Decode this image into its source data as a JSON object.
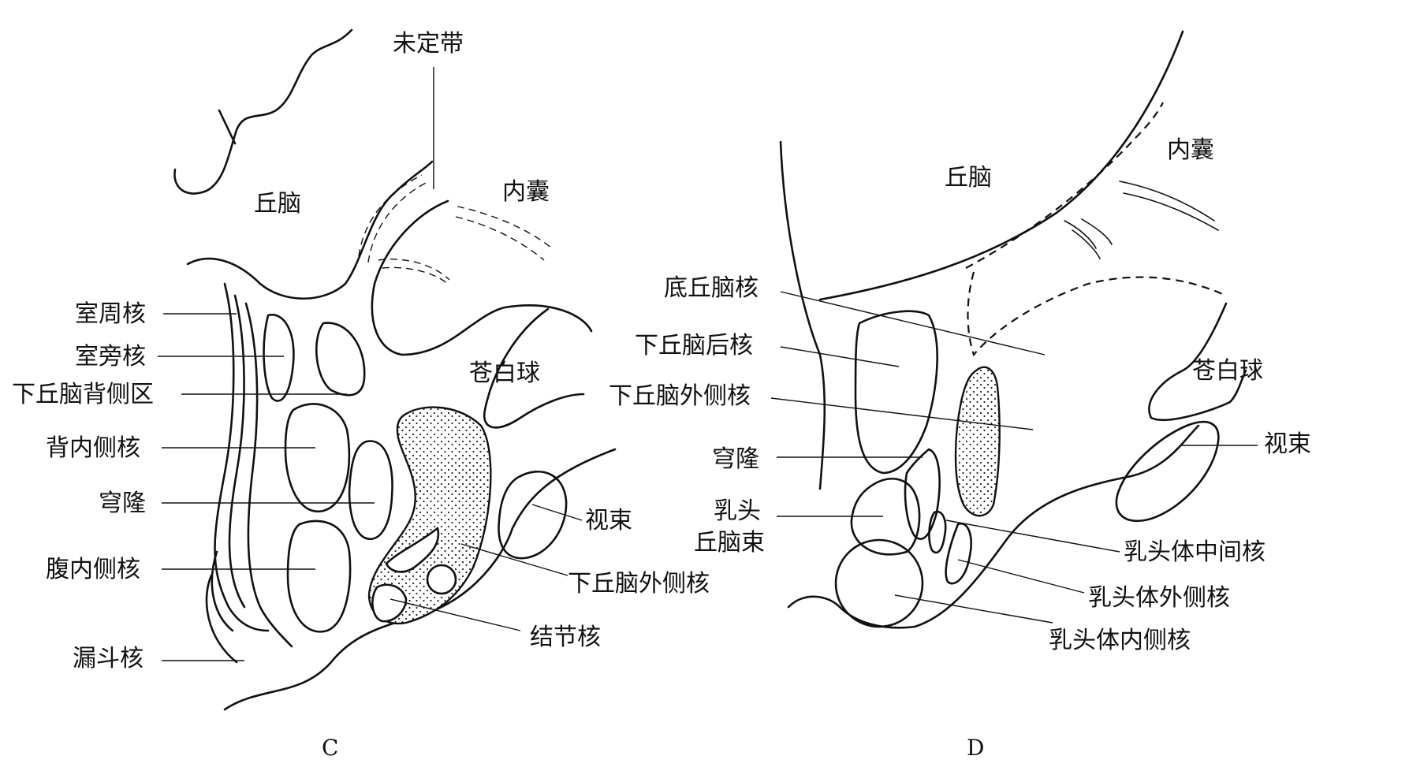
{
  "panel_c": {
    "caption": "C",
    "labels": {
      "weidingdai": "未定带",
      "qiunao": "丘脑",
      "neinang": "内囊",
      "cangbaiqiu": "苍白球",
      "shizhouhe": "室周核",
      "shipanghe": "室旁核",
      "beicequ": "下丘脑背侧区",
      "beineicehe": "背内侧核",
      "qionglong": "穹隆",
      "fuineicehe": "腹内侧核",
      "loudouhe": "漏斗核",
      "shishu": "视束",
      "waicehe": "下丘脑外侧核",
      "jiejiehe": "结节核"
    }
  },
  "panel_d": {
    "caption": "D",
    "labels": {
      "qiunao": "丘脑",
      "neinang": "内囊",
      "diqiunaohe": "底丘脑核",
      "houhe": "下丘脑后核",
      "waicehe": "下丘脑外侧核",
      "qionglong": "穹隆",
      "rutou_line1": "乳头",
      "rutou_line2": "丘脑束",
      "cangbaiqiu": "苍白球",
      "shishu": "视束",
      "zhongjianhe": "乳头体中间核",
      "rutou_waicehe": "乳头体外侧核",
      "rutou_neicehe": "乳头体内侧核"
    }
  }
}
